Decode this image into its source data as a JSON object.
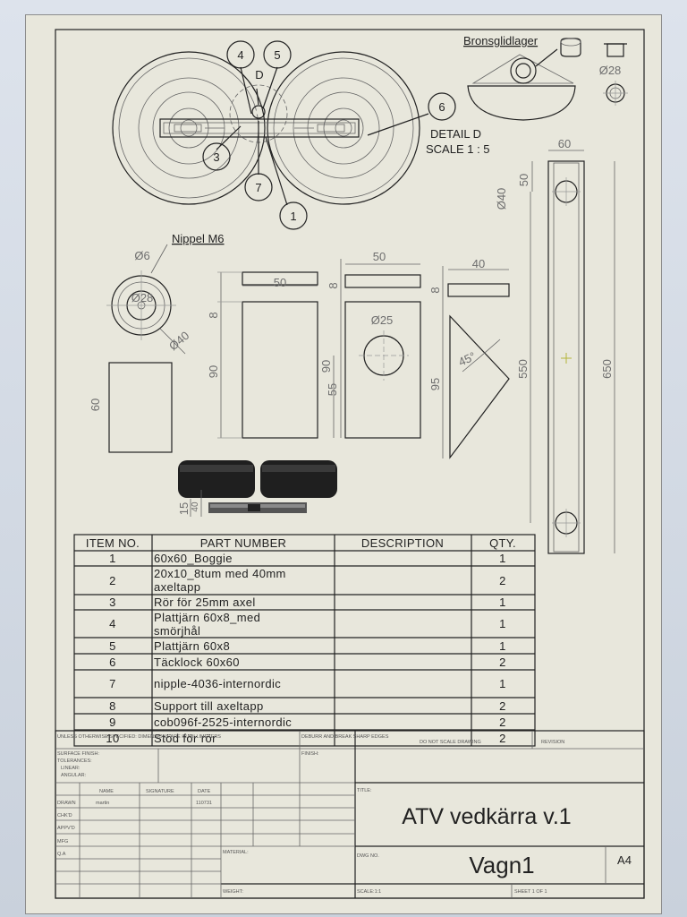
{
  "callouts": {
    "c1": "1",
    "c3": "3",
    "c4": "4",
    "c5": "5",
    "c6": "6",
    "c7": "7",
    "detail_letter": "D"
  },
  "detail": {
    "title": "DETAIL D",
    "scale": "SCALE 1 : 5",
    "bronze_label": "Bronsglidlager",
    "bronze_dia": "Ø28"
  },
  "nipple": {
    "label": "Nippel M6",
    "dia_small": "Ø6",
    "dia_mid": "Ø28",
    "dia_outer": "Ø40"
  },
  "dims": {
    "plate_left_h": "60",
    "plate_a_w": "50",
    "plate_a_t": "8",
    "plate_a_h": "90",
    "plate_b_w": "50",
    "plate_b_t": "8",
    "plate_b_h": "90",
    "plate_b_hole_y": "55",
    "plate_b_hole": "Ø25",
    "tri_w": "40",
    "tri_t": "8",
    "tri_h": "95",
    "tri_angle": "45°",
    "wheel_view_a": "15",
    "wheel_view_b": "40",
    "bar_w": "60",
    "bar_hole_off": "50",
    "bar_hole_dia": "Ø40",
    "bar_hole_span": "550",
    "bar_len": "650"
  },
  "bom": {
    "headers": [
      "ITEM NO.",
      "PART NUMBER",
      "DESCRIPTION",
      "QTY."
    ],
    "rows": [
      {
        "item": "1",
        "part": "60x60_Boggie",
        "part2": "",
        "desc": "",
        "qty": "1"
      },
      {
        "item": "2",
        "part": "20x10_8tum med 40mm",
        "part2": "axeltapp",
        "desc": "",
        "qty": "2"
      },
      {
        "item": "3",
        "part": "Rör för 25mm axel",
        "part2": "",
        "desc": "",
        "qty": "1"
      },
      {
        "item": "4",
        "part": "Plattjärn 60x8_med",
        "part2": "smörjhål",
        "desc": "",
        "qty": "1"
      },
      {
        "item": "5",
        "part": "Plattjärn 60x8",
        "part2": "",
        "desc": "",
        "qty": "1"
      },
      {
        "item": "6",
        "part": "Täcklock 60x60",
        "part2": "",
        "desc": "",
        "qty": "2"
      },
      {
        "item": "7",
        "part": "nipple-4036-internordic",
        "part2": "",
        "desc": "",
        "qty": "1"
      },
      {
        "item": "8",
        "part": "Support till axeltapp",
        "part2": "",
        "desc": "",
        "qty": "2"
      },
      {
        "item": "9",
        "part": "cob096f-2525-internordic",
        "part2": "",
        "desc": "",
        "qty": "2"
      },
      {
        "item": "10",
        "part": "Stöd för rör",
        "part2": "",
        "desc": "",
        "qty": "2"
      }
    ]
  },
  "titleblock": {
    "units_note": "UNLESS OTHERWISE SPECIFIED: DIMENSIONS ARE IN MILLIMETERS",
    "surface": "SURFACE FINISH:",
    "tolerances": "TOLERANCES:",
    "linear": "LINEAR:",
    "angular": "ANGULAR:",
    "deburr": "DEBURR AND BREAK SHARP EDGES",
    "finish": "FINISH:",
    "noscale": "DO NOT SCALE DRAWING",
    "revision": "REVISION",
    "col_name": "NAME",
    "col_signature": "SIGNATURE",
    "col_date": "DATE",
    "row_drawn": "DRAWN",
    "row_chkd": "CHK'D",
    "row_appvd": "APPV'D",
    "row_mfg": "MFG",
    "row_qa": "Q.A",
    "drawn_name": "martin",
    "drawn_date": "110731",
    "material": "MATERIAL:",
    "weight": "WEIGHT:",
    "title_label": "TITLE:",
    "title": "ATV vedkärra v.1",
    "dwg_label": "DWG NO.",
    "dwg_no": "Vagn1",
    "size": "A4",
    "scale": "SCALE:1:1",
    "sheet": "SHEET 1 OF 1"
  }
}
